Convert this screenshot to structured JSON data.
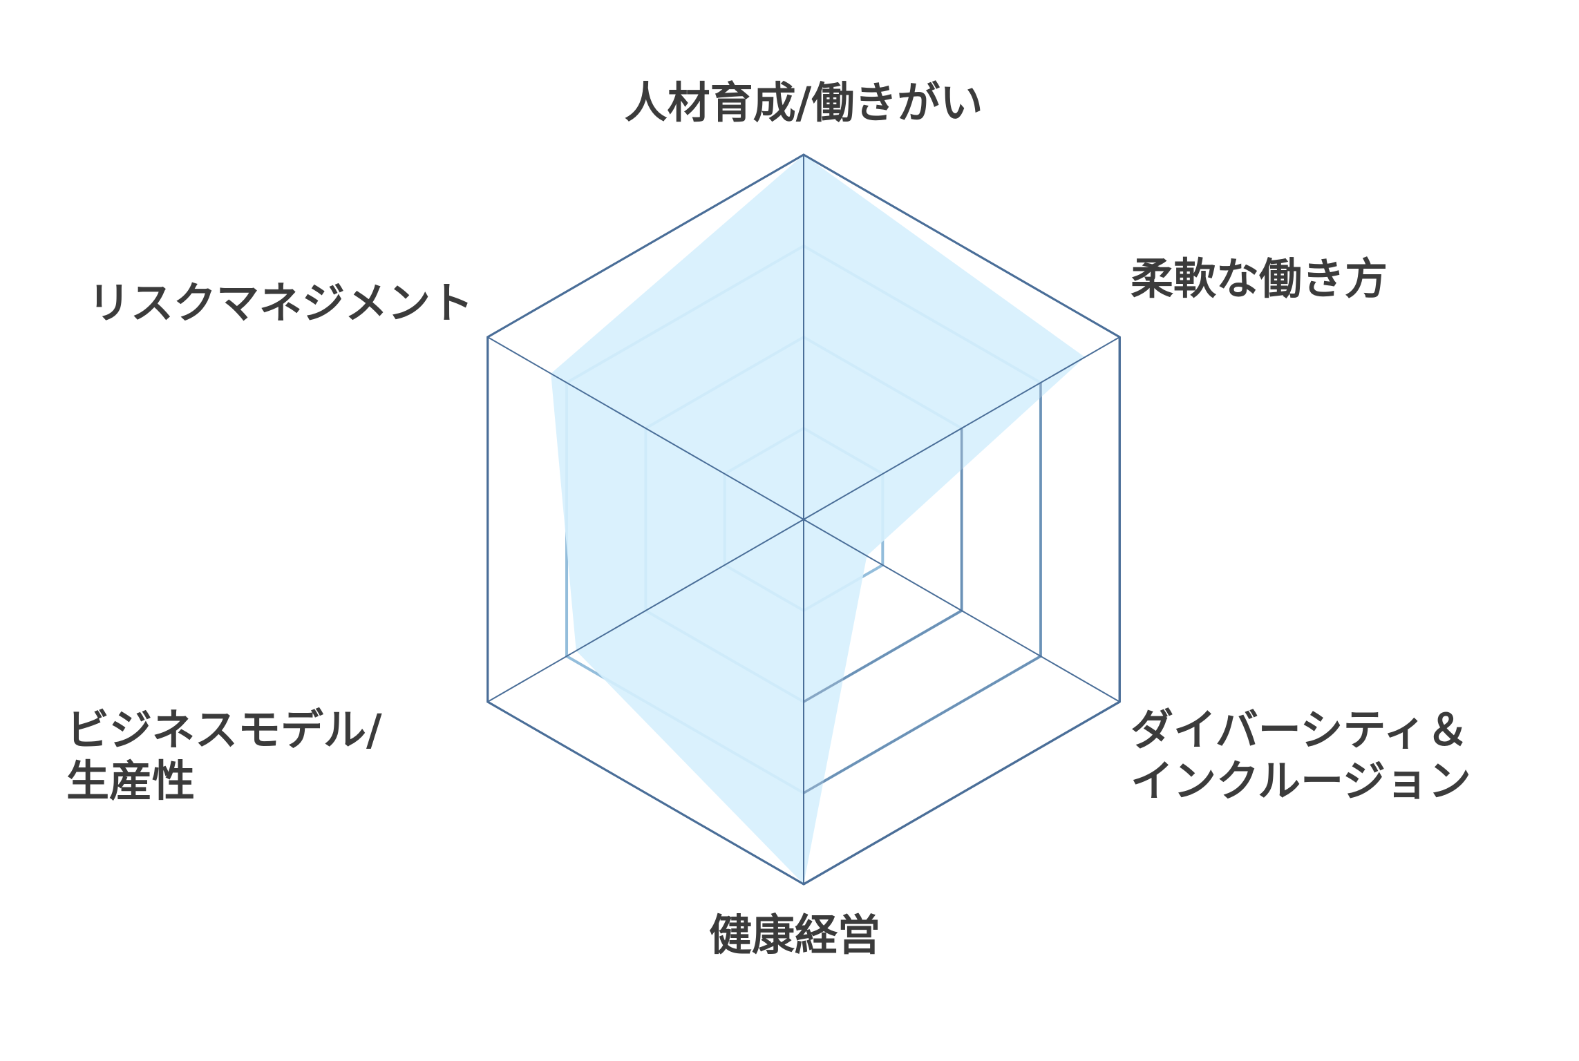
{
  "chart_data": {
    "type": "radar",
    "title": "",
    "axes": [
      {
        "label": [
          "人材育成/働きがい"
        ],
        "value": 1.0
      },
      {
        "label": [
          "柔軟な働き方"
        ],
        "value": 0.89
      },
      {
        "label": [
          "ダイバーシティ＆",
          "インクルージョン"
        ],
        "value": 0.2
      },
      {
        "label": [
          "健康経営"
        ],
        "value": 1.0
      },
      {
        "label": [
          "ビジネスモデル/",
          "生産性"
        ],
        "value": 0.72
      },
      {
        "label": [
          "リスクマネジメント"
        ],
        "value": 0.8
      }
    ],
    "range": [
      0,
      1
    ],
    "grid_levels": [
      0.25,
      0.5,
      0.75,
      1.0
    ],
    "colors": {
      "fill": "#d6f0fd",
      "outer_grid": "#4a6e98",
      "inner_grid": "#93bddb",
      "text": "#3b3b3b"
    }
  }
}
